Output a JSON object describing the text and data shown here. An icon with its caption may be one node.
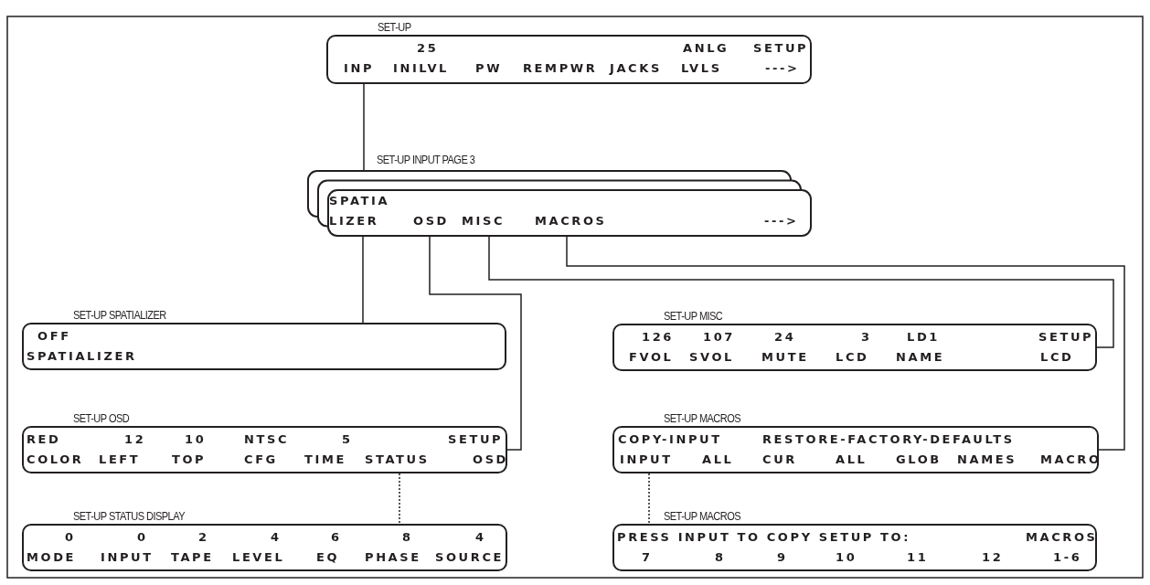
{
  "diagram": {
    "nodes": [
      {
        "text": [
          "SET-UP",
          "25",
          "ANLG",
          "SETUP",
          "INP",
          "INILVL",
          "PW",
          "REMPWR",
          "JACKS",
          "LVLS",
          "--->"
        ]
      },
      {
        "text": [
          "SET-UP INPUT PAGE 3",
          "SPATIA",
          "LIZER",
          "OSD",
          "MISC",
          "MACROS",
          "--->"
        ]
      },
      {
        "text": [
          "SET-UP SPATIALIZER",
          "OFF",
          "SPATIALIZER"
        ]
      },
      {
        "text": [
          "SET-UP OSD",
          "RED",
          "12",
          "10",
          "NTSC",
          "5",
          "SETUP",
          "COLOR",
          "LEFT",
          "TOP",
          "CFG",
          "TIME",
          "STATUS",
          "OSD"
        ]
      },
      {
        "text": [
          "SET-UP STATUS DISPLAY",
          "0",
          "0",
          "2",
          "4",
          "6",
          "8",
          "4",
          "MODE",
          "INPUT",
          "TAPE",
          "LEVEL",
          "EQ",
          "PHASE",
          "SOURCE"
        ]
      },
      {
        "text": [
          "SET-UP MISC",
          "126",
          "107",
          "24",
          "3",
          "LD1",
          "SETUP",
          "FVOL",
          "SVOL",
          "MUTE",
          "LCD",
          "NAME",
          "LCD"
        ]
      },
      {
        "text": [
          "SET-UP MACROS",
          "COPY-INPUT",
          "RESTORE-FACTORY-DEFAULTS",
          "INPUT",
          "ALL",
          "CUR",
          "ALL",
          "GLOB",
          "NAMES",
          "MACRO"
        ]
      },
      {
        "text": [
          "SET-UP MACROS",
          "PRESS INPUT TO COPY SETUP TO:",
          "MACROS",
          "7",
          "8",
          "9",
          "10",
          "11",
          "12",
          "1-6"
        ]
      }
    ],
    "edges": [
      {
        "from": 0,
        "to": 1,
        "arrow": "none"
      },
      {
        "from": 1,
        "to": 2,
        "arrow": "none"
      },
      {
        "from": 1,
        "to": 3,
        "arrow": "none"
      },
      {
        "from": 1,
        "to": 5,
        "arrow": "none"
      },
      {
        "from": 1,
        "to": 6,
        "arrow": "none"
      },
      {
        "from": 3,
        "to": 4,
        "arrow": "none",
        "style": "dashed"
      },
      {
        "from": 6,
        "to": 7,
        "arrow": "none",
        "style": "dashed"
      }
    ]
  }
}
